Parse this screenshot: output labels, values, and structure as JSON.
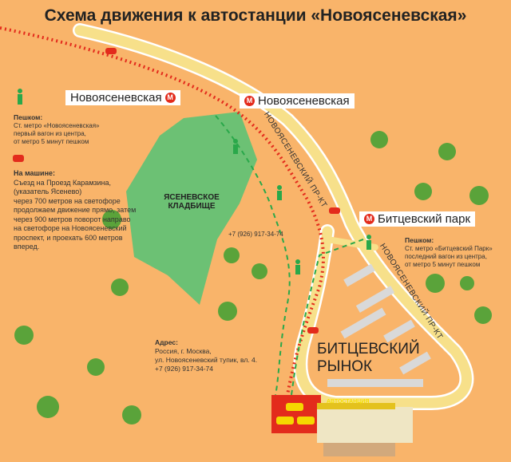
{
  "title": "Схема движения к автостанции «Новоясеневская»",
  "metro_labels": {
    "novo_left": "Новоясеневская",
    "novo_right": "Новоясеневская",
    "bitsa": "Битцевский парк",
    "icon": "М"
  },
  "walk_novo": {
    "heading": "Пешком:",
    "lines": [
      "Ст. метро «Новоясеневская»",
      "первый вагон из центра,",
      "от метро 5 минут пешком"
    ]
  },
  "car": {
    "heading": "На машине:",
    "lines": [
      "Съезд на Проезд Карамзина,",
      "(указатель Ясенево)",
      "через 700 метров на светофоре",
      "продолжаем движение прямо, затем",
      "через 900 метров поворот направо",
      "на светофоре на Новоясеневский",
      "проспект, и проехать 600 метров",
      "вперед."
    ]
  },
  "walk_bitsa": {
    "heading": "Пешком:",
    "lines": [
      "Ст. метро «Битцевский Парк»",
      "последний вагон из центра,",
      "от метро 5 минут пешком"
    ]
  },
  "address": {
    "heading": "Адрес:",
    "lines": [
      "Россия, г. Москва,",
      "ул. Новоясеневский тупик, вл. 4.",
      "+7 (926) 917-34-74"
    ]
  },
  "phone_map": "+7 (926) 917-34-74",
  "cemetery": "ЯСЕНЕВСКОЕ КЛАДБИЩЕ",
  "market": [
    "БИТЦЕВСКИЙ",
    "РЫНОК"
  ],
  "road_name": "НОВОЯСЕНЕВСКИЙ ПР-КТ",
  "station_sign": "АВТОСТАНЦИЯ",
  "colors": {
    "bg": "#f9b46a",
    "route": "#e32b1c",
    "walk": "#2aa84a",
    "road": "#f7e08a",
    "park": "#6cc174"
  }
}
